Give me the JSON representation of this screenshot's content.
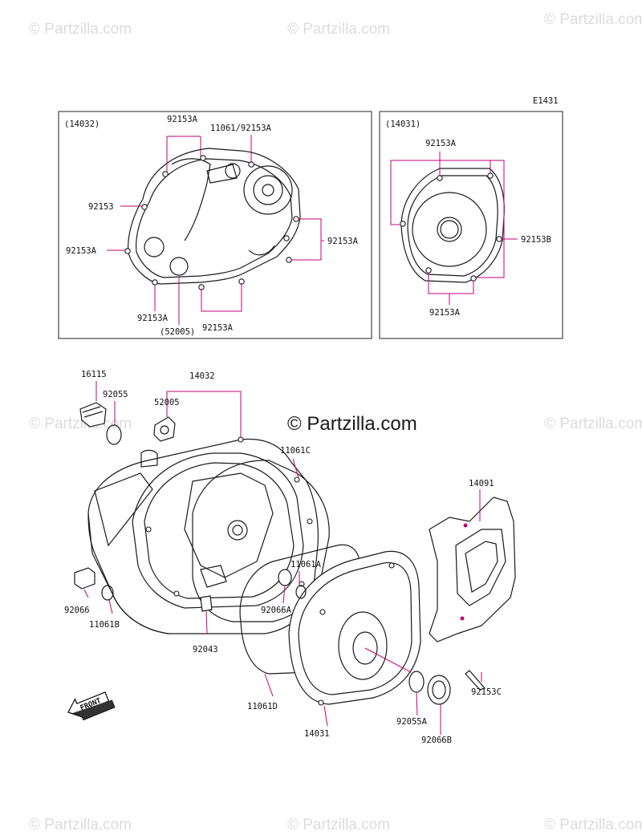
{
  "diagram_code": "E1431",
  "watermark": "© Partzilla.com",
  "watermark_center": "© Partzilla.com",
  "colors": {
    "leader": "#c0007a",
    "line": "#1a1a1a",
    "watermark": "#dcdcdc"
  },
  "inset_left": {
    "title": "(14032)",
    "labels": {
      "top_bolts": "92153A",
      "top_right": "11061/92153A",
      "left_upper": "92153",
      "left_mid": "92153A",
      "right_mid": "92153A",
      "bottom_left": "92153A",
      "bottom_mid": "92153A",
      "plug": "(52005)"
    }
  },
  "inset_right": {
    "title": "(14031)",
    "labels": {
      "top": "92153A",
      "right": "92153B",
      "bottom": "92153A"
    }
  },
  "main": {
    "labels": {
      "p16115": "16115",
      "p92055": "92055",
      "p14032": "14032",
      "p52005": "52005",
      "p11061C": "11061C",
      "p14091": "14091",
      "p11061A": "11061A",
      "p92066A": "92066A",
      "p92066": "92066",
      "p11061B": "11061B",
      "p92043": "92043",
      "p92153C": "92153C",
      "p11061D": "11061D",
      "p92055A": "92055A",
      "p14031": "14031",
      "p92066B": "92066B"
    },
    "front_arrow": "FRONT"
  }
}
